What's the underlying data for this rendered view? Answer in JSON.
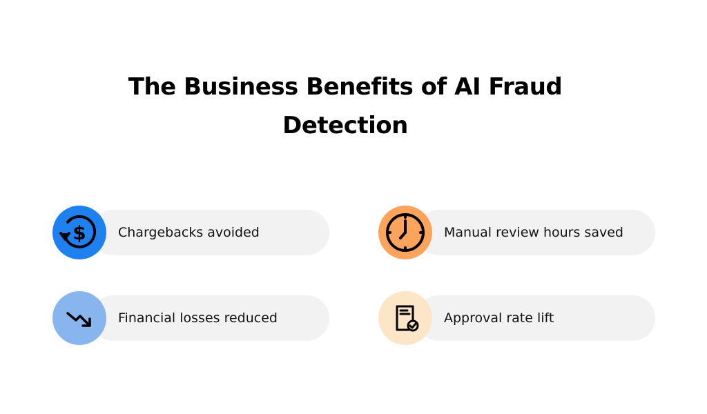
{
  "title_line1": "The Business Benefits of AI Fraud",
  "title_line2": "Detection",
  "benefits": [
    {
      "label": "Chargebacks avoided",
      "icon": "dollar-refresh-icon",
      "color": "#1f80f0"
    },
    {
      "label": "Manual review hours saved",
      "icon": "clock-icon",
      "color": "#fca45c"
    },
    {
      "label": "Financial losses reduced",
      "icon": "trend-down-icon",
      "color": "#88b5ee"
    },
    {
      "label": "Approval rate lift",
      "icon": "document-check-icon",
      "color": "#fde5c8"
    }
  ]
}
